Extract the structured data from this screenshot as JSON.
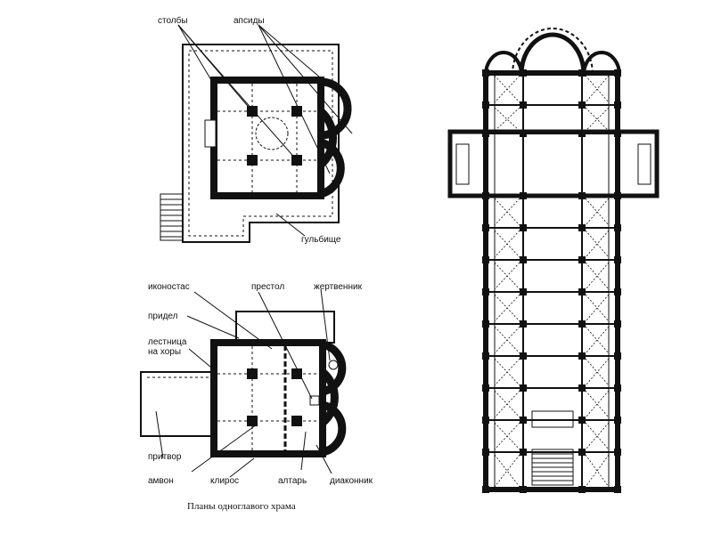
{
  "labels": {
    "columns": "столбы",
    "apses": "апсиды",
    "gallery": "гульбище",
    "iconostasis": "иконостас",
    "throne": "престол",
    "prothesis": "жертвенник",
    "side_chapel": "придел",
    "stair_line1": "лестница",
    "stair_line2": "на хоры",
    "narthex": "притвор",
    "ambo": "амвон",
    "kliros": "клирос",
    "altar": "алтарь",
    "diaconicon": "диаконник"
  },
  "caption": "Планы одноглавого храма"
}
